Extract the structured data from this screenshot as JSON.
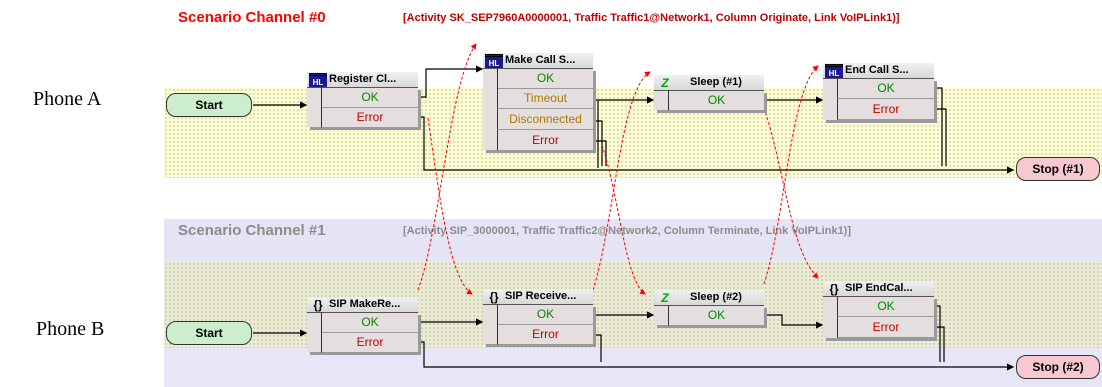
{
  "phones": {
    "a": "Phone A",
    "b": "Phone B"
  },
  "channel0": {
    "title": "Scenario Channel #0",
    "info": "[Activity SK_SEP7960A0000001, Traffic Traffic1@Network1, Column Originate, Link VoIPLink1)]",
    "start": "Start",
    "stop": "Stop (#1)",
    "nodes": {
      "register": {
        "title": "Register Cl...",
        "icon": "hl-phone-icon",
        "ports": [
          "OK",
          "Error"
        ]
      },
      "makecall": {
        "title": "Make Call S...",
        "icon": "hl-phone-icon",
        "ports": [
          "OK",
          "Timeout",
          "Disconnected",
          "Error"
        ]
      },
      "sleep": {
        "title": "Sleep (#1)",
        "icon": "sleep-icon",
        "ports": [
          "OK"
        ]
      },
      "endcall": {
        "title": "End Call S...",
        "icon": "hl-phone-icon",
        "ports": [
          "OK",
          "Error"
        ]
      }
    }
  },
  "channel1": {
    "title": "Scenario Channel #1",
    "info": "[Activity SIP_3000001, Traffic Traffic2@Network2, Column Terminate, Link VoIPLink1)]",
    "start": "Start",
    "stop": "Stop (#2)",
    "nodes": {
      "sipmake": {
        "title": "SIP MakeRe...",
        "icon": "sip-braces-icon",
        "ports": [
          "OK",
          "Error"
        ]
      },
      "sipreceive": {
        "title": "SIP Receive...",
        "icon": "sip-braces-icon",
        "ports": [
          "OK",
          "Error"
        ]
      },
      "sleep": {
        "title": "Sleep (#2)",
        "icon": "sleep-icon",
        "ports": [
          "OK"
        ]
      },
      "sipend": {
        "title": "SIP EndCal...",
        "icon": "sip-braces-icon",
        "ports": [
          "OK",
          "Error"
        ]
      }
    }
  },
  "icons": {
    "hl": "HL",
    "sip": "{}",
    "sleep": "Z"
  },
  "colors": {
    "channel0_title": "#ff0000",
    "channel1_title": "#8c8c8c",
    "ok": "#008800",
    "error": "#c00000",
    "sync_link": "#ff0000"
  }
}
